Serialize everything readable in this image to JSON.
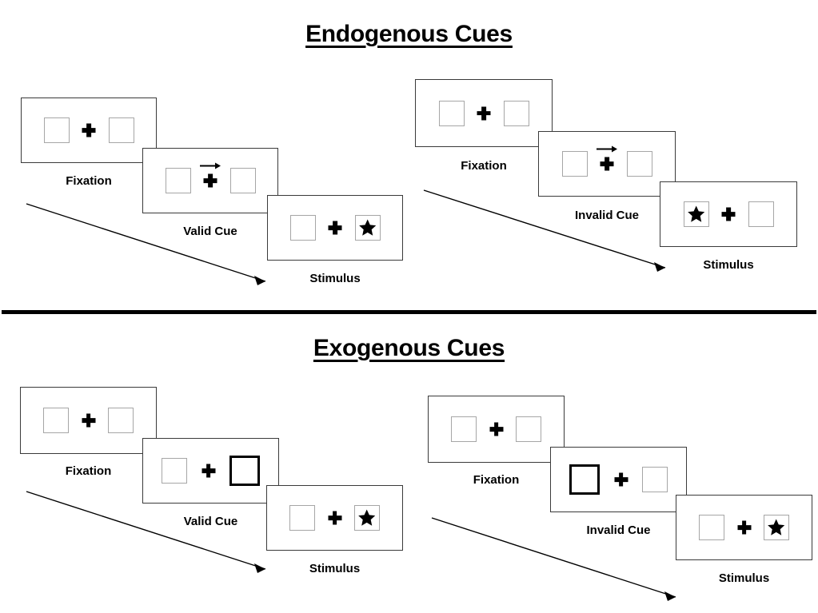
{
  "figure": {
    "title_top": "Endogenous Cues",
    "title_bottom": "Exogenous Cues",
    "background": "#ffffff",
    "line_color": "#3a3a3a",
    "box_color": "#a6a6a6",
    "cue_color": "#000000"
  },
  "sections": [
    {
      "id": "endogenous",
      "title": "Endogenous Cues",
      "cue_type": "arrow",
      "streams": [
        {
          "id": "endogenous-valid",
          "panels": [
            {
              "caption": "Fixation",
              "cue": "none",
              "target": "none",
              "target_side": "none"
            },
            {
              "caption": "Valid Cue",
              "cue": "arrow-right",
              "target": "none",
              "target_side": "none"
            },
            {
              "caption": "Stimulus",
              "cue": "none",
              "target": "star",
              "target_side": "right"
            }
          ]
        },
        {
          "id": "endogenous-invalid",
          "panels": [
            {
              "caption": "Fixation",
              "cue": "none",
              "target": "none",
              "target_side": "none"
            },
            {
              "caption": "Invalid Cue",
              "cue": "arrow-right",
              "target": "none",
              "target_side": "none"
            },
            {
              "caption": "Stimulus",
              "cue": "none",
              "target": "star",
              "target_side": "left"
            }
          ]
        }
      ]
    },
    {
      "id": "exogenous",
      "title": "Exogenous Cues",
      "cue_type": "box-flash",
      "streams": [
        {
          "id": "exogenous-valid",
          "panels": [
            {
              "caption": "Fixation",
              "cue": "none",
              "target": "none",
              "target_side": "none"
            },
            {
              "caption": "Valid Cue",
              "cue": "box-bold-right",
              "target": "none",
              "target_side": "none"
            },
            {
              "caption": "Stimulus",
              "cue": "none",
              "target": "star",
              "target_side": "right"
            }
          ]
        },
        {
          "id": "exogenous-invalid",
          "panels": [
            {
              "caption": "Fixation",
              "cue": "none",
              "target": "none",
              "target_side": "none"
            },
            {
              "caption": "Invalid Cue",
              "cue": "box-bold-left",
              "target": "none",
              "target_side": "none"
            },
            {
              "caption": "Stimulus",
              "cue": "none",
              "target": "star",
              "target_side": "right"
            }
          ]
        }
      ]
    }
  ],
  "captions": {
    "fixation": "Fixation",
    "valid_cue": "Valid Cue",
    "invalid_cue": "Invalid Cue",
    "stimulus": "Stimulus"
  }
}
